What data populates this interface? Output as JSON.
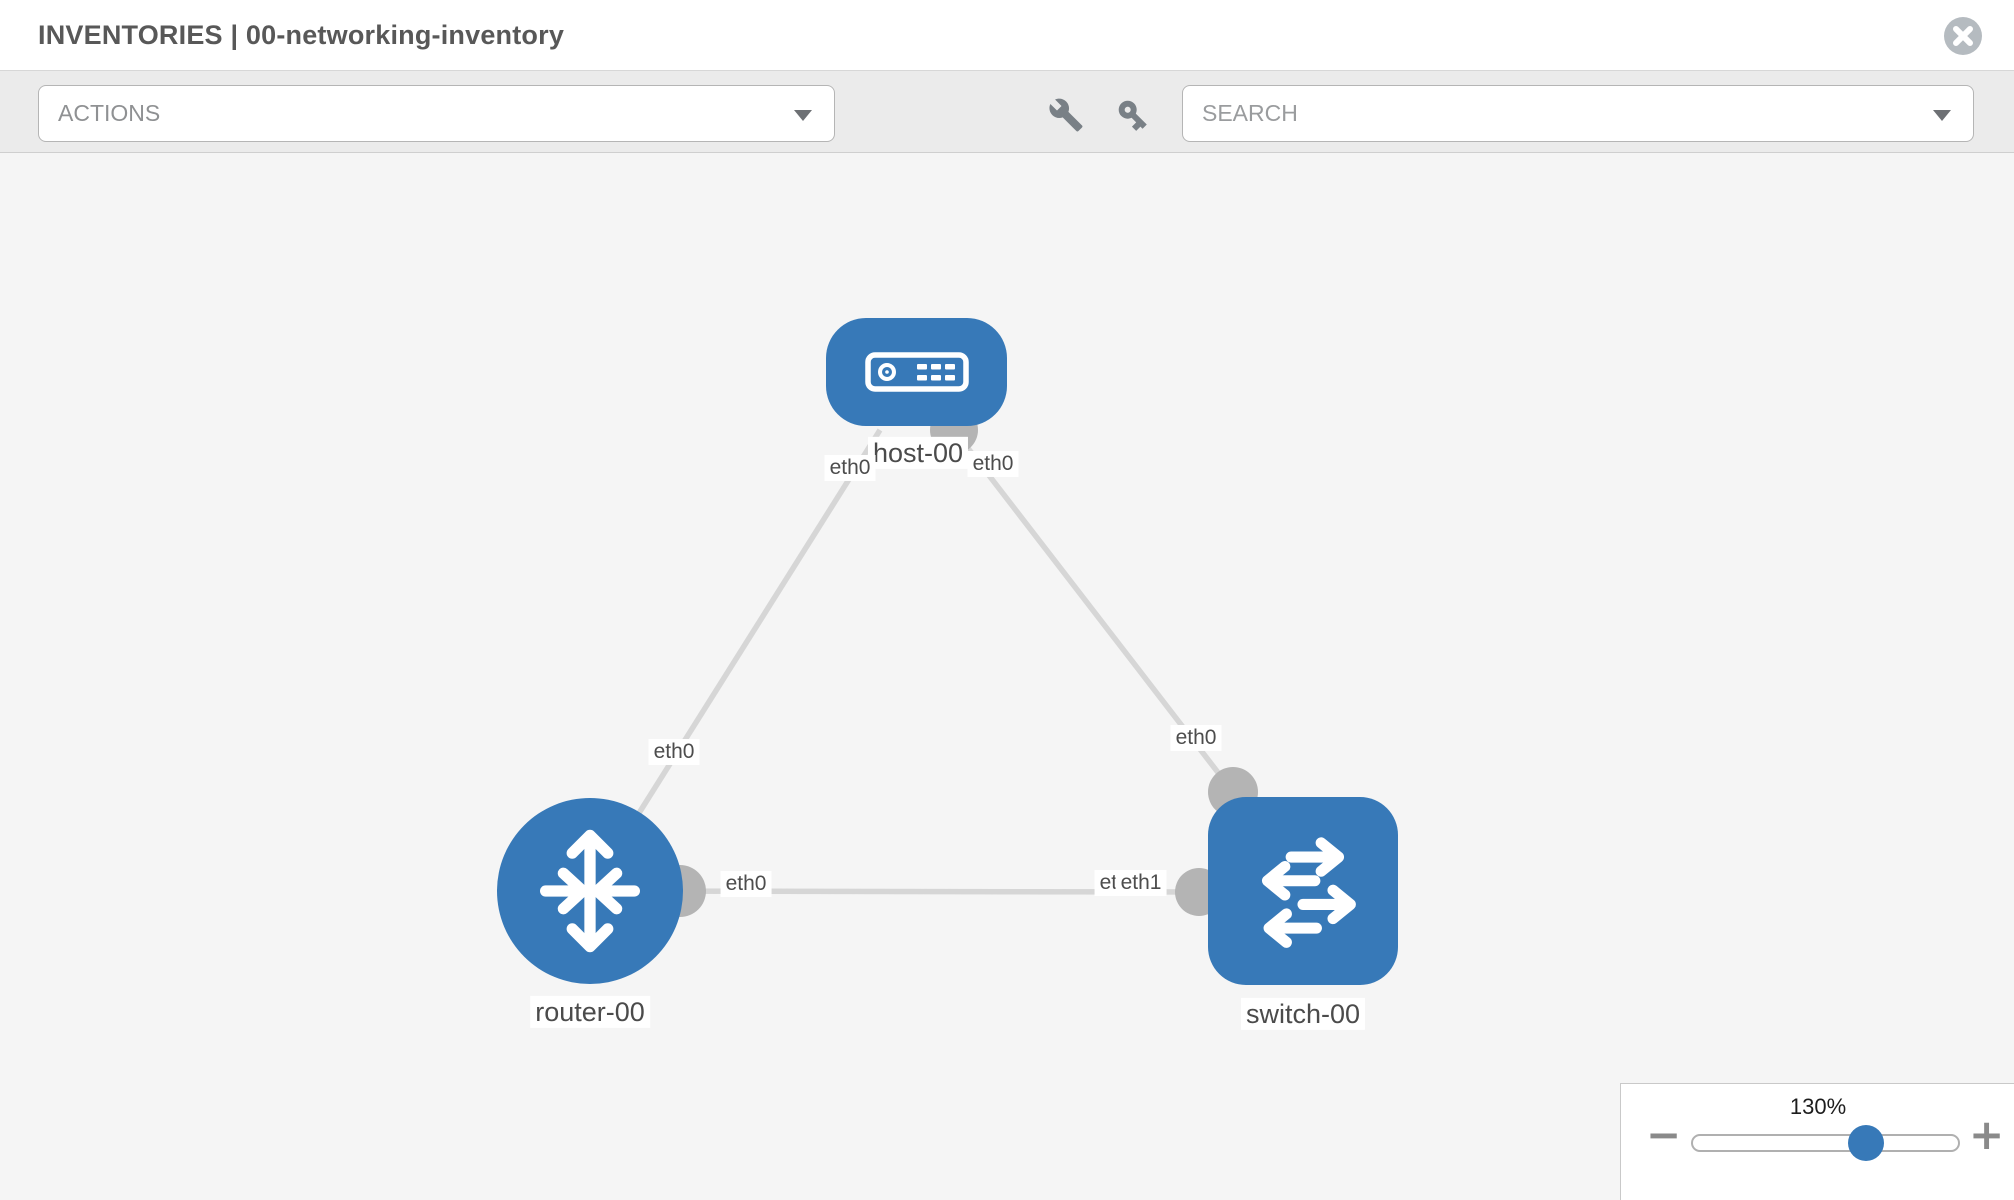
{
  "header": {
    "title": "INVENTORIES | 00-networking-inventory"
  },
  "toolbar": {
    "actions_label": "ACTIONS",
    "search_placeholder": "SEARCH",
    "icon_buttons": [
      "wrench-icon",
      "key-icon"
    ]
  },
  "topology": {
    "nodes": [
      {
        "label": "host-00",
        "type": "host"
      },
      {
        "label": "router-00",
        "type": "router"
      },
      {
        "label": "switch-00",
        "type": "switch"
      }
    ],
    "links": [
      {
        "from": "router-00",
        "from_interface": "eth0",
        "to": "host-00",
        "to_interface": "eth0"
      },
      {
        "from": "host-00",
        "from_interface": "eth0",
        "to": "switch-00",
        "to_interface": "eth0"
      },
      {
        "from": "router-00",
        "from_interface": "eth0",
        "to": "switch-00",
        "to_interface": "eth1"
      }
    ],
    "interface_labels": [
      {
        "text": "eth0"
      },
      {
        "text": "eth0"
      },
      {
        "text": "eth0"
      },
      {
        "text": "eth0"
      },
      {
        "text": "eth0"
      },
      {
        "text": "eth0"
      },
      {
        "text": "eth1"
      }
    ]
  },
  "zoom_control": {
    "level": "130%",
    "minus_label": "−",
    "plus_label": "+"
  },
  "colors": {
    "node_blue": "#3779b8",
    "link_gray": "#d6d6d6",
    "interface_gray": "#b4b4b4",
    "toolbar_gray": "#ebebeb",
    "canvas_gray": "#f5f5f5"
  }
}
